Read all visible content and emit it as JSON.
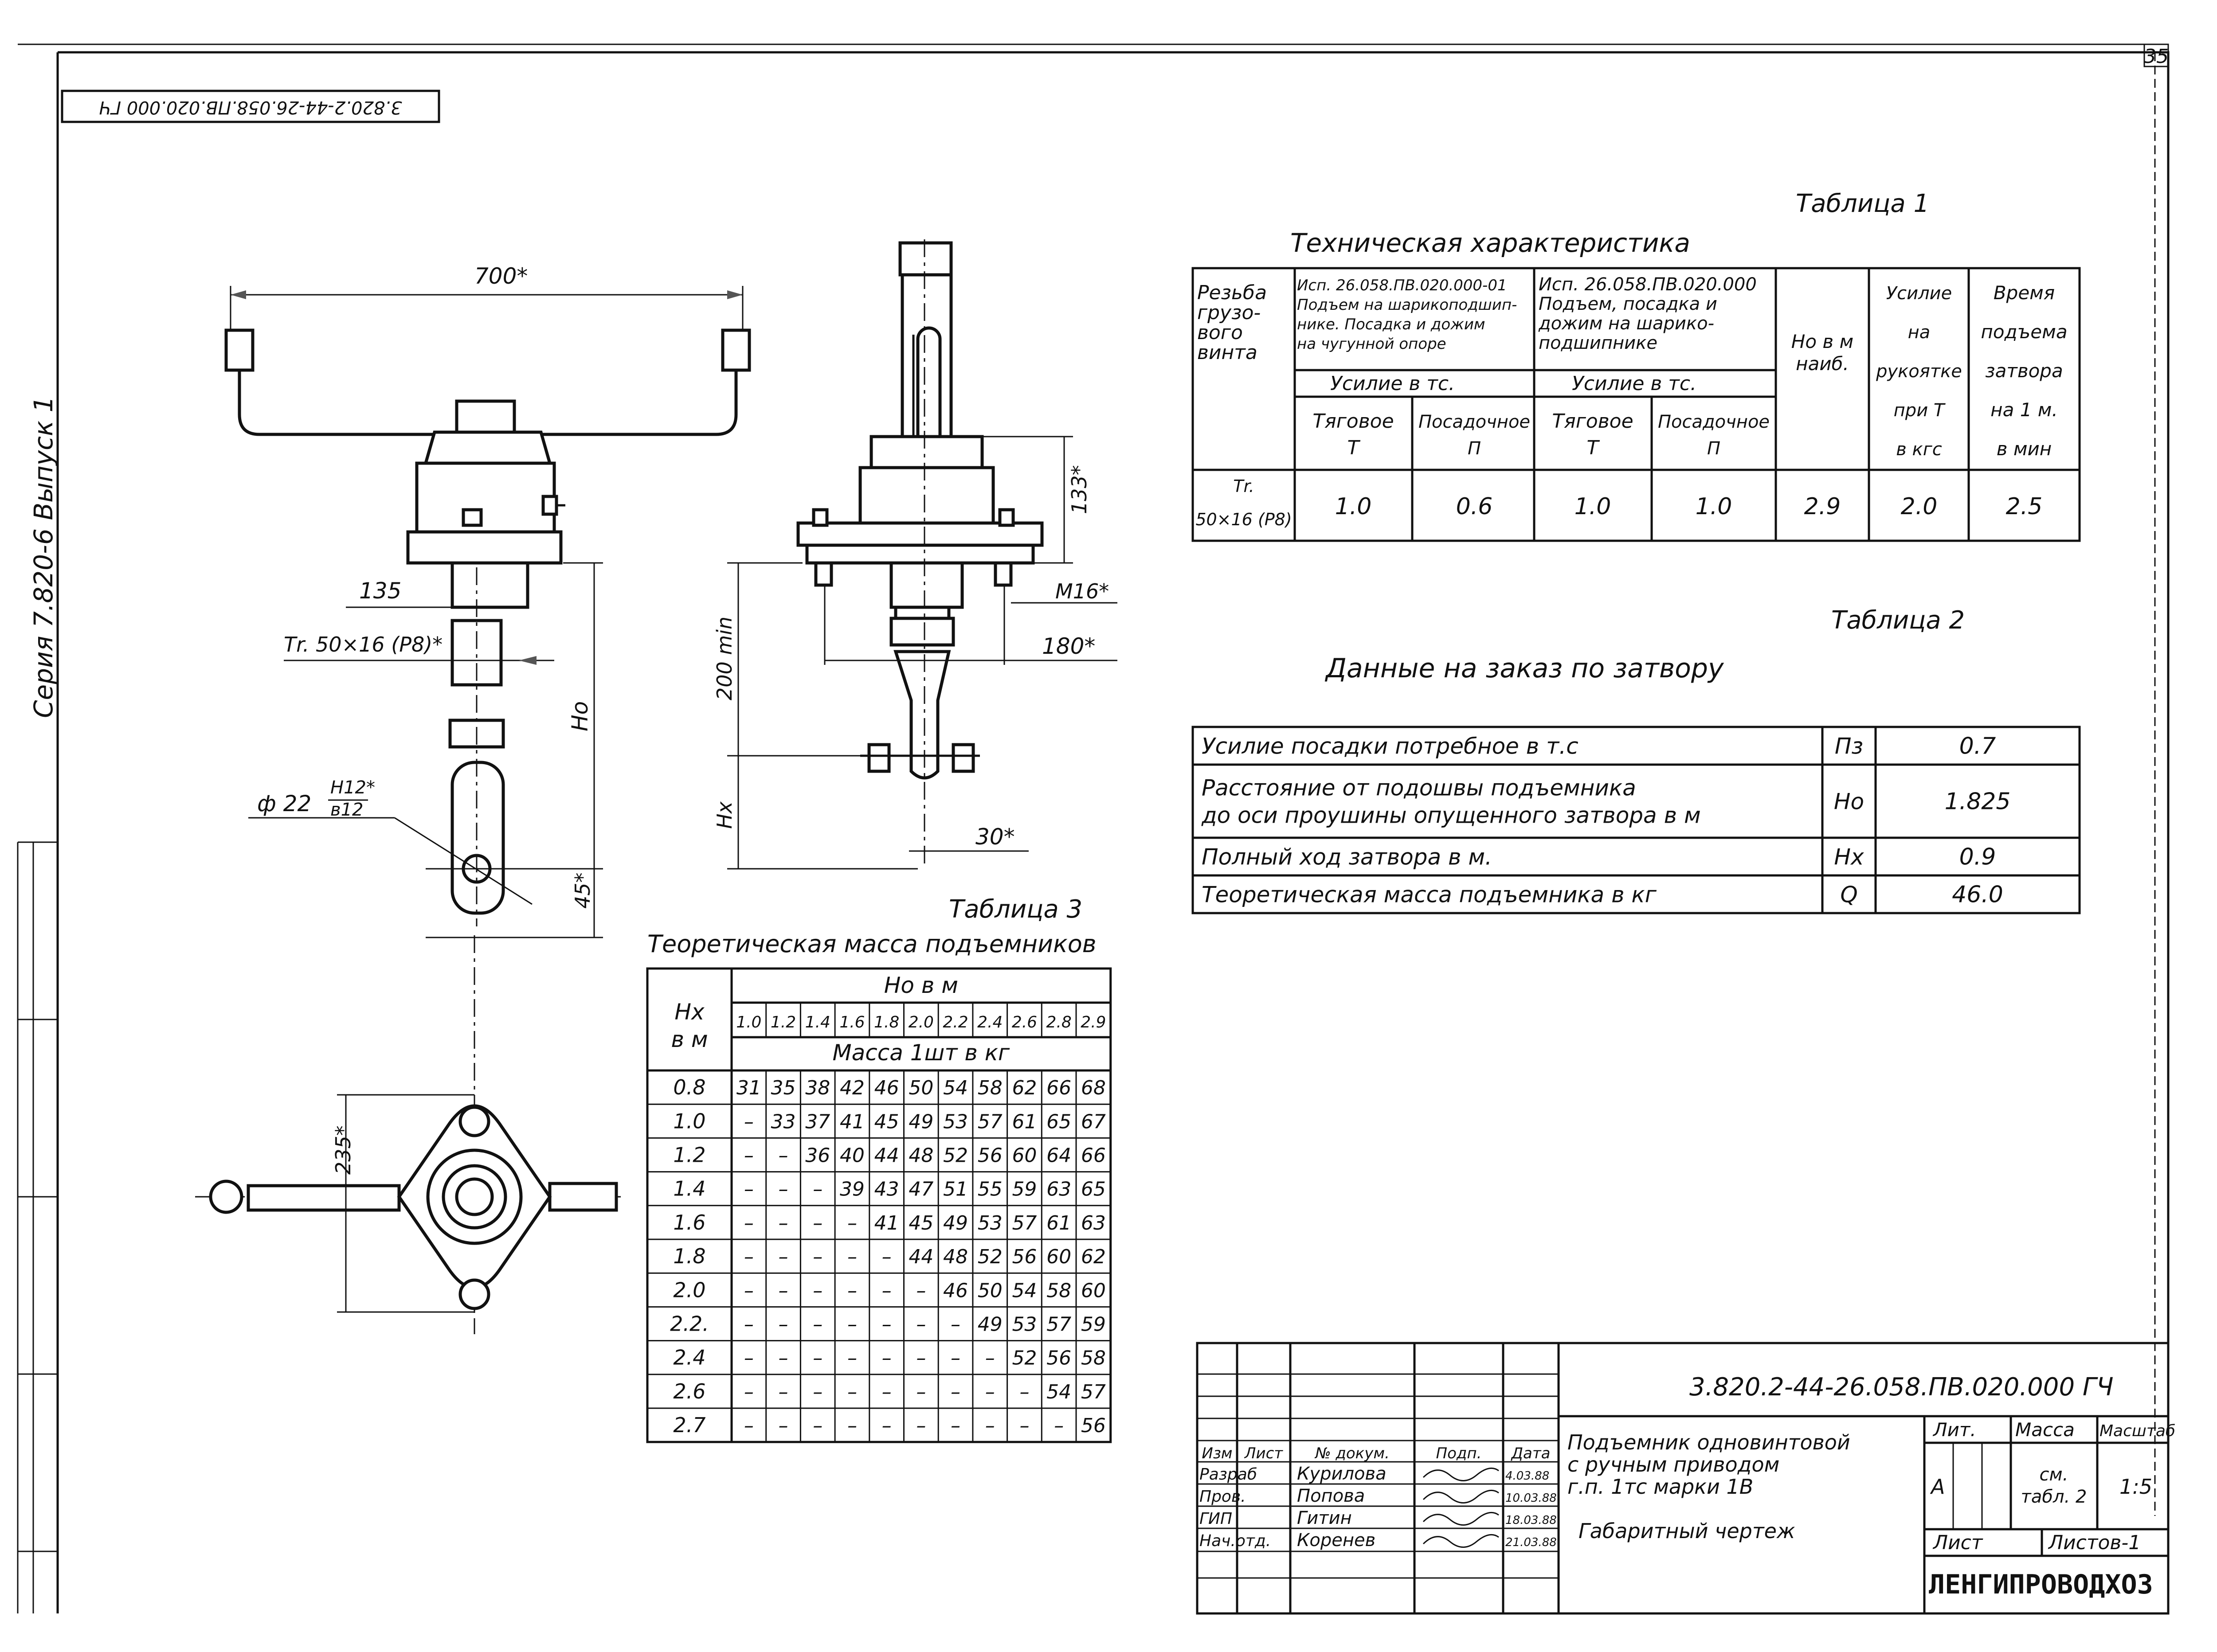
{
  "sheet_number": "35",
  "rotated_code": "3.820.2-44-26.058.ПВ.020.000 ГЧ",
  "side_series": "Серия   7.820-6    Выпуск 1",
  "drawing": {
    "dim_700": "700*",
    "dim_135": "135",
    "thread": "Тr. 50×16 (Р8)*",
    "phi": "ф 22",
    "fit_top": "H12*",
    "fit_bottom": "в12",
    "dim_133": "133*",
    "dim_200": "200 min",
    "dim_m16": "M16*",
    "dim_180": "180*",
    "ho": "Ho",
    "hx": "Hx",
    "dim_30": "30*",
    "dim_45": "45*",
    "dim_235": "235*"
  },
  "table1": {
    "caption": "Таблица 1",
    "title": "Техническая характеристика",
    "col_thread": [
      "Резьба",
      "грузо-",
      "вого",
      "винта"
    ],
    "col_var1": [
      "Исп. 26.058.ПВ.020.000-01",
      "Подъем на шарикоподшип-",
      "нике. Посадка и дожим",
      "на чугунной опоре"
    ],
    "col_var2": [
      "Исп. 26.058.ПВ.020.000",
      "Подъем, посадка и",
      "дожим на шарико-",
      "подшипнике"
    ],
    "force_tc": "Усилие в тс.",
    "traction": [
      "Тяговое",
      "Т"
    ],
    "landing": [
      "Посадочное",
      "П"
    ],
    "col_ho": [
      "Ho в м",
      "наиб."
    ],
    "col_force": [
      "Усилие",
      "на",
      "рукоятке",
      "при Т",
      "в кгс"
    ],
    "col_time": [
      "Время",
      "подъема",
      "затвора",
      "на 1 м.",
      "в мин"
    ],
    "row_thread": [
      "Тr.",
      "50×16 (Р8)"
    ],
    "row_values": [
      "1.0",
      "0.6",
      "1.0",
      "1.0",
      "2.9",
      "2.0",
      "2.5"
    ]
  },
  "table2": {
    "caption": "Таблица 2",
    "title": "Данные на заказ по затвору",
    "rows": [
      {
        "label": [
          "Усилие посадки потребное в т.с"
        ],
        "symbol": "Пз",
        "value": "0.7"
      },
      {
        "label": [
          "Расстояние от подошвы подъемника",
          "до оси проушины опущенного затвора в м"
        ],
        "symbol": "Ho",
        "value": "1.825"
      },
      {
        "label": [
          "Полный ход затвора в м."
        ],
        "symbol": "Hx",
        "value": "0.9"
      },
      {
        "label": [
          "Теоретическая масса подъемника в кг"
        ],
        "symbol": "Q",
        "value": "46.0"
      }
    ]
  },
  "table3": {
    "caption": "Таблица 3",
    "title": "Теоретическая масса подъемников",
    "hx_header": [
      "Hx",
      "в м"
    ],
    "ho_header": "Ho в м",
    "mass_header": "Масса 1шт в кг",
    "ho_values": [
      "1.0",
      "1.2",
      "1.4",
      "1.6",
      "1.8",
      "2.0",
      "2.2",
      "2.4",
      "2.6",
      "2.8",
      "2.9"
    ],
    "rows": [
      {
        "hx": "0.8",
        "cells": [
          "31",
          "35",
          "38",
          "42",
          "46",
          "50",
          "54",
          "58",
          "62",
          "66",
          "68"
        ]
      },
      {
        "hx": "1.0",
        "cells": [
          "–",
          "33",
          "37",
          "41",
          "45",
          "49",
          "53",
          "57",
          "61",
          "65",
          "67"
        ]
      },
      {
        "hx": "1.2",
        "cells": [
          "–",
          "–",
          "36",
          "40",
          "44",
          "48",
          "52",
          "56",
          "60",
          "64",
          "66"
        ]
      },
      {
        "hx": "1.4",
        "cells": [
          "–",
          "–",
          "–",
          "39",
          "43",
          "47",
          "51",
          "55",
          "59",
          "63",
          "65"
        ]
      },
      {
        "hx": "1.6",
        "cells": [
          "–",
          "–",
          "–",
          "–",
          "41",
          "45",
          "49",
          "53",
          "57",
          "61",
          "63"
        ]
      },
      {
        "hx": "1.8",
        "cells": [
          "–",
          "–",
          "–",
          "–",
          "–",
          "44",
          "48",
          "52",
          "56",
          "60",
          "62"
        ]
      },
      {
        "hx": "2.0",
        "cells": [
          "–",
          "–",
          "–",
          "–",
          "–",
          "–",
          "46",
          "50",
          "54",
          "58",
          "60"
        ]
      },
      {
        "hx": "2.2.",
        "cells": [
          "–",
          "–",
          "–",
          "–",
          "–",
          "–",
          "–",
          "49",
          "53",
          "57",
          "59"
        ]
      },
      {
        "hx": "2.4",
        "cells": [
          "–",
          "–",
          "–",
          "–",
          "–",
          "–",
          "–",
          "–",
          "52",
          "56",
          "58"
        ]
      },
      {
        "hx": "2.6",
        "cells": [
          "–",
          "–",
          "–",
          "–",
          "–",
          "–",
          "–",
          "–",
          "–",
          "54",
          "57"
        ]
      },
      {
        "hx": "2.7",
        "cells": [
          "–",
          "–",
          "–",
          "–",
          "–",
          "–",
          "–",
          "–",
          "–",
          "–",
          "56"
        ]
      }
    ]
  },
  "title_block": {
    "code": "3.820.2-44-26.058.ПВ.020.000 ГЧ",
    "name": [
      "Подъемник одновинтовой",
      "с ручным приводом",
      "г.п. 1тс   марки 1В",
      "Габаритный чертеж"
    ],
    "head": [
      "Изм",
      "Лист",
      "№ докум.",
      "Подп.",
      "Дата"
    ],
    "people": [
      {
        "role": "Разраб",
        "name": "Курилова",
        "date": "4.03.88"
      },
      {
        "role": "Пров.",
        "name": "Попова",
        "date": "10.03.88"
      },
      {
        "role": "ГИП",
        "name": "Гитин",
        "date": "18.03.88"
      },
      {
        "role": "Нач.отд.",
        "name": "Коренев",
        "date": "21.03.88"
      }
    ],
    "lit_h": "Лит.",
    "mass_h": "Масса",
    "scale_h": "Масштаб",
    "lit": "А",
    "mass": [
      "см.",
      "табл. 2"
    ],
    "scale": "1:5",
    "sheet": "Лист",
    "sheets": "Листов-1",
    "org": "ЛЕНГИПРОВОДХОЗ"
  }
}
